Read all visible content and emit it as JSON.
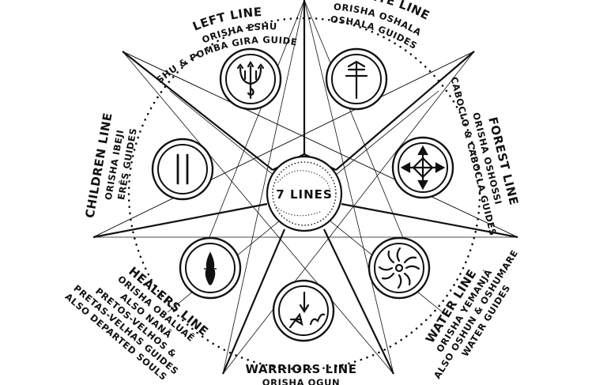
{
  "center": {
    "label": "7 LINES"
  },
  "lines": {
    "left": {
      "title": "LEFT LINE",
      "sub1": "ORISHA ESHU",
      "sub2": "ESHU & POMBA GIRA GUIDES",
      "icon": "trident-icon"
    },
    "white": {
      "title": "WHITE LINE",
      "sub1": "ORISHA OSHALA",
      "sub2": "OSHALA GUIDES",
      "icon": "cross-icon"
    },
    "forest": {
      "title": "FOREST LINE",
      "sub1": "ORISHA OSHOSSI",
      "sub2": "CABOCLO & CABOCLA GUIDES",
      "icon": "compass-arrows-icon"
    },
    "water": {
      "title": "WATER LINE",
      "sub1": "ORISHA YEMANJÁ",
      "sub2": "ALSO OSHUN & OSHUMARE",
      "sub3": "WATER GUIDES",
      "icon": "waves-sun-icon"
    },
    "warriors": {
      "title": "WARRIORS LINE",
      "sub1": "ORISHA OGUN",
      "icon": "sword-icon"
    },
    "healers": {
      "title": "HEALERS LINE",
      "sub1": "ORISHA OBALUAÊ",
      "sub2": "ALSO NANÃ",
      "sub3": "PRETOS-VELHOS &",
      "sub4": "PRETAS-VELHAS GUIDES",
      "sub5": "ALSO DEPARTED SOULS",
      "icon": "flame-icon"
    },
    "children": {
      "title": "CHILDREN LINE",
      "sub1": "ORISHA IBEJI",
      "sub2": "ERÊS GUIDES",
      "icon": "twin-bars-icon"
    }
  }
}
